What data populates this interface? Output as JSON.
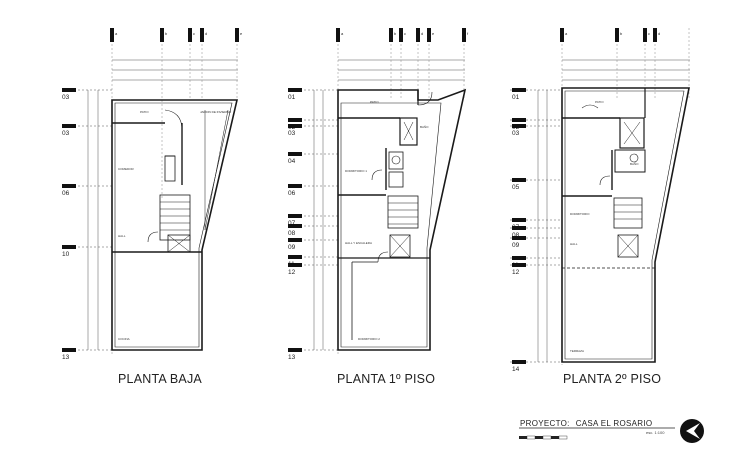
{
  "plans": [
    {
      "title": "PLANTA BAJA",
      "axes_top": [
        "a",
        "b",
        "c",
        "d",
        "e"
      ],
      "axes_side": [
        "03",
        "03",
        "06",
        "10",
        "13"
      ],
      "rooms": [
        "PATIO",
        "JARDIN DE INVIERNO",
        "COMEDOR",
        "HALL",
        "COCINA"
      ]
    },
    {
      "title": "PLANTA 1º PISO",
      "axes_top": [
        "a",
        "b",
        "c",
        "d",
        "e",
        "f"
      ],
      "axes_side": [
        "01",
        "02",
        "03",
        "04",
        "06",
        "07",
        "08",
        "09",
        "11",
        "12",
        "13"
      ],
      "rooms": [
        "PATIO",
        "BAÑO",
        "DORMITORIO 1",
        "HALL Y ESCALERA",
        "DORMITORIO 2"
      ]
    },
    {
      "title": "PLANTA 2º PISO",
      "axes_top": [
        "a",
        "b",
        "c",
        "d"
      ],
      "axes_side": [
        "01",
        "02",
        "03",
        "05",
        "07",
        "08",
        "09",
        "11",
        "12",
        "14"
      ],
      "rooms": [
        "PATIO",
        "BAÑO",
        "DORMITORIO",
        "HALL",
        "TERRAZA"
      ]
    }
  ],
  "project": {
    "label": "PROYECTO:",
    "name": "CASA EL ROSARIO",
    "scale": "esc. 1:100"
  },
  "colors": {
    "line": "#1a1a1a",
    "grid": "#555555",
    "dash": "#777777"
  }
}
